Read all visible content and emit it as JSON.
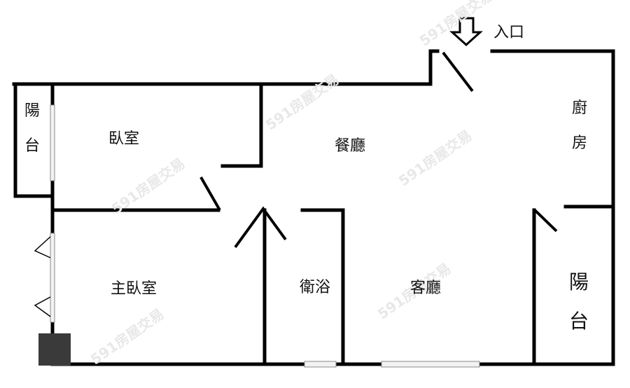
{
  "entrance": {
    "label": "入口",
    "arrow": "down-arrow"
  },
  "rooms": {
    "balcony_left": {
      "label": "陽\n台",
      "chars": [
        "陽",
        "台"
      ]
    },
    "bedroom": {
      "label": "臥室"
    },
    "dining": {
      "label": "餐廳"
    },
    "kitchen": {
      "label": "廚房",
      "chars": [
        "廚",
        "房"
      ]
    },
    "master_bedroom": {
      "label": "主臥室"
    },
    "bathroom": {
      "label": "衛浴"
    },
    "living": {
      "label": "客廳"
    },
    "balcony_right": {
      "label": "陽台",
      "chars": [
        "陽",
        "台"
      ]
    }
  },
  "watermark": "591房屋交易",
  "colors": {
    "wall": "#000000",
    "column": "#3a3a3a",
    "window": "#bbbbbb"
  }
}
